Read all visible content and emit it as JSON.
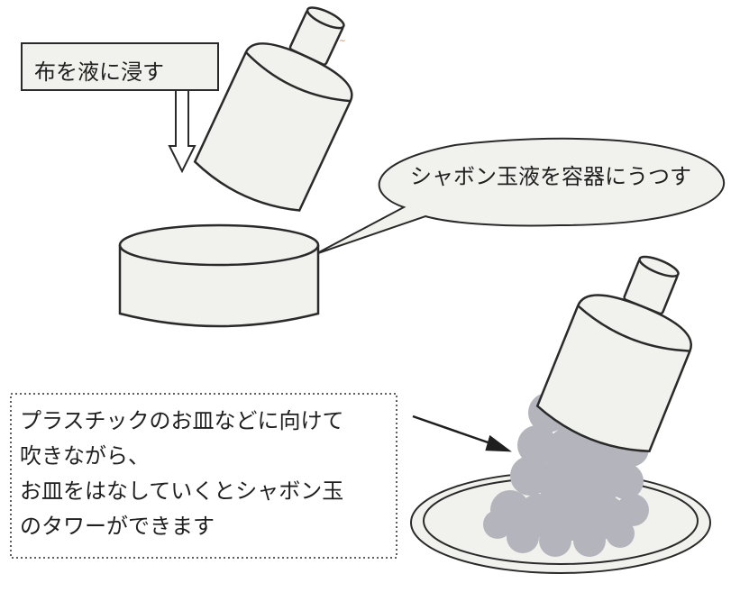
{
  "labels": {
    "soak_cloth": "布を液に浸す",
    "pour_liquid": "シャボン玉液を容器にうつす"
  },
  "note": {
    "lines": [
      "プラスチックのお皿などに向けて",
      "吹きながら、",
      "お皿をはなしていくとシャボン玉",
      "のタワーができます"
    ]
  },
  "colors": {
    "object_fill": "#f1f1ee",
    "outline": "#2a2a2a",
    "bubble_fill": "#b4b4bc"
  }
}
